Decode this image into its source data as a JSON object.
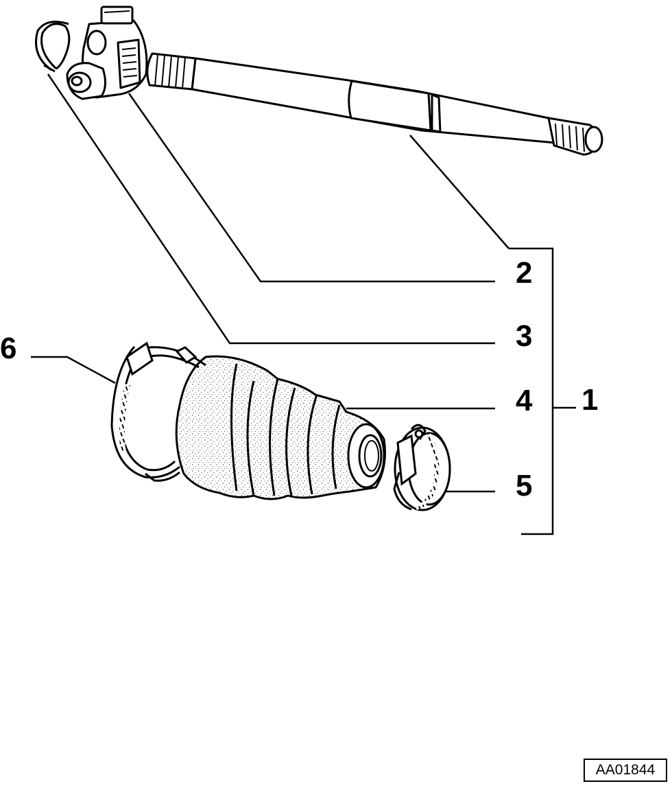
{
  "diagram": {
    "callouts": {
      "c1": "1",
      "c2": "2",
      "c3": "3",
      "c4": "4",
      "c5": "5",
      "c6": "6"
    },
    "reference_code": "AA01844"
  },
  "colors": {
    "line": "#000000",
    "background": "#ffffff",
    "texture": "#555555"
  }
}
